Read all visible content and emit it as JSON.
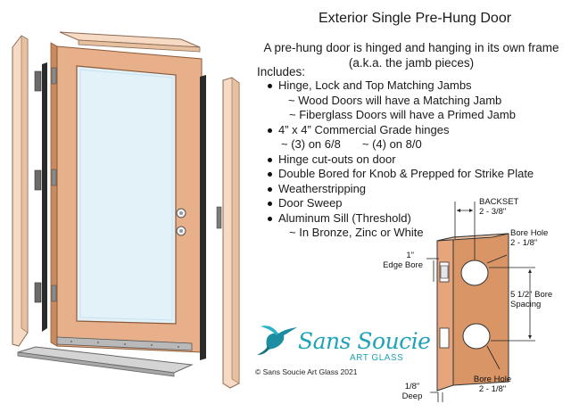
{
  "title": "Exterior Single Pre-Hung Door",
  "intro": [
    "A pre-hung door is hinged and hanging in its own frame",
    "(a.k.a. the jamb pieces)"
  ],
  "includes_label": "Includes:",
  "features": {
    "hinge_lock_jambs": "Hinge, Lock and Top Matching Jambs",
    "wood_note": "~ Wood Doors will have a Matching Jamb",
    "fiberglass_note": "~ Fiberglass Doors will have a Primed Jamb",
    "hinges": "4” x 4” Commercial Grade hinges",
    "hinge_count_68": "~ (3) on 6/8",
    "hinge_count_80": "~ (4) on 8/0",
    "cutouts": "Hinge cut-outs on door",
    "bored": "Double Bored for Knob & Prepped for Strike Plate",
    "weatherstripping": "Weatherstripping",
    "sweep": "Door Sweep",
    "sill": "Aluminum Sill  (Threshold)",
    "sill_finishes": "~ In Bronze, Zinc or White"
  },
  "detail": {
    "backset": "BACKSET",
    "backset_value": "2 - 3/8\"",
    "edge_bore_size": "1\"",
    "edge_bore": "Edge Bore",
    "bore_top": "Bore Hole",
    "bore_top_size": "2 - 1/8\"",
    "spacing": "5 1/2\" Bore",
    "spacing_2": "Spacing",
    "deep_size": "1/8\"",
    "deep": "Deep",
    "bore_bottom": "Bore Hole",
    "bore_bottom_size": "2 - 1/8\""
  },
  "brand": {
    "name": "Sans Soucie",
    "sub": "ART GLASS",
    "copyright": "© Sans Soucie Art Glass 2021"
  },
  "colors": {
    "wood": "#e8b08a",
    "wood_edge": "#b8784e",
    "jamb": "#f6dac3",
    "glass": "#e3f1f8",
    "sill": "#cfcfcf",
    "brand": "#20a3b8"
  }
}
